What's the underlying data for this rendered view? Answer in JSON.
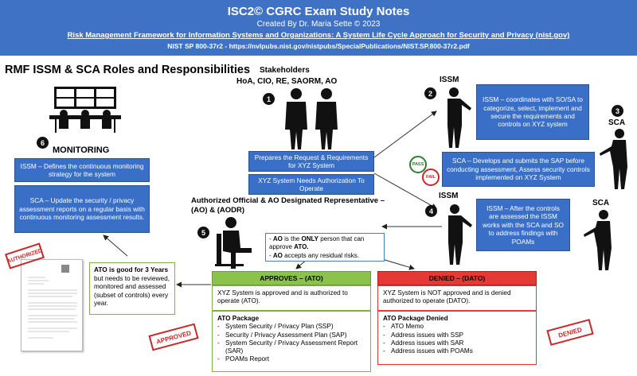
{
  "header": {
    "title": "ISC2© CGRC Exam Study Notes",
    "author": "Created By Dr. Maria Sette © 2023",
    "link_text": "Risk Management Framework for Information Systems and Organizations: A System Life Cycle Approach for Security and Privacy (nist.gov)",
    "url_line": "NIST SP 800-37r2 - https://nvlpubs.nist.gov/nistpubs/SpecialPublications/NIST.SP.800-37r2.pdf"
  },
  "page_title": "RMF ISSM & SCA Roles and Responsibilities",
  "stakeholders": {
    "label": "Stakeholders",
    "roles": "HoA, CIO, RE, SAORM, AO",
    "number": "1",
    "request_box": "Prepares the Request & Requirements for XYZ System",
    "auth_box": "XYZ System Needs Authorization To Operate"
  },
  "issm_top": {
    "label": "ISSM",
    "number": "2",
    "box": "ISSM – coordinates with SO/SA to categorize, select, implement and secure the requirements and controls on XYZ system"
  },
  "sca_top": {
    "label": "SCA",
    "number": "3",
    "box": "SCA – Develops and submits the SAP before conducting assessment, Assess security controls implemented on XYZ System",
    "pass": "PASS",
    "fail": "FAIL"
  },
  "issm_sca_bottom": {
    "issm_label": "ISSM",
    "sca_label": "SCA",
    "number": "4",
    "box": "ISSM – After the controls are assessed the ISSM works with the SCA and SO to address findings with POAMs"
  },
  "ao": {
    "label": "Authorized Official & AO Designated Representative – (AO) & (AODR)",
    "number": "5",
    "note_line1_pre": "- ",
    "note_line1_bold": "AO",
    "note_line1_mid": " is the ",
    "note_line1_bold2": "ONLY",
    "note_line1_post": " person that can approve ",
    "note_line1_bold3": "ATO.",
    "note_line2_pre": "- ",
    "note_line2_bold": "AO",
    "note_line2_post": " accepts any residual risks."
  },
  "monitoring": {
    "label": "MONITORING",
    "number": "6",
    "issm_box": "ISSM – Defines the continuous monitoring strategy for the system",
    "sca_box": "SCA – Update the security / privacy assessment reports on a regular basis with continuous monitoring assessment results."
  },
  "ato_note": {
    "bold": "ATO is good for 3 Years",
    "rest": "but needs to be reviewed, monitored and assessed (subset of controls) every year."
  },
  "approves": {
    "header": "APPROVES – (ATO)",
    "text": "XYZ System is approved and is authorized to operate (ATO).",
    "package_title": "ATO Package",
    "items": [
      "System Security / Privacy Plan (SSP)",
      "Security / Privacy Assessment Plan (SAP)",
      "System Security / Privacy Assessment Report (SAR)",
      "POAMs Report"
    ],
    "stamp": "APPROVED"
  },
  "denied": {
    "header": "DENIED – (DATO)",
    "text": "XYZ System is NOT approved and is denied authorized to operate (DATO).",
    "package_title": "ATO Package Denied",
    "items": [
      "ATO Memo",
      "Address issues with SSP",
      "Address issues with SAR",
      "Address issues with POAMs"
    ],
    "stamp": "DENIED"
  },
  "doc_stamp": "AUTHORIZED",
  "colors": {
    "header_bg": "#3f72c4",
    "box_blue": "#3a6fc7",
    "approve_green": "#8bc34a",
    "deny_red": "#e53935"
  }
}
